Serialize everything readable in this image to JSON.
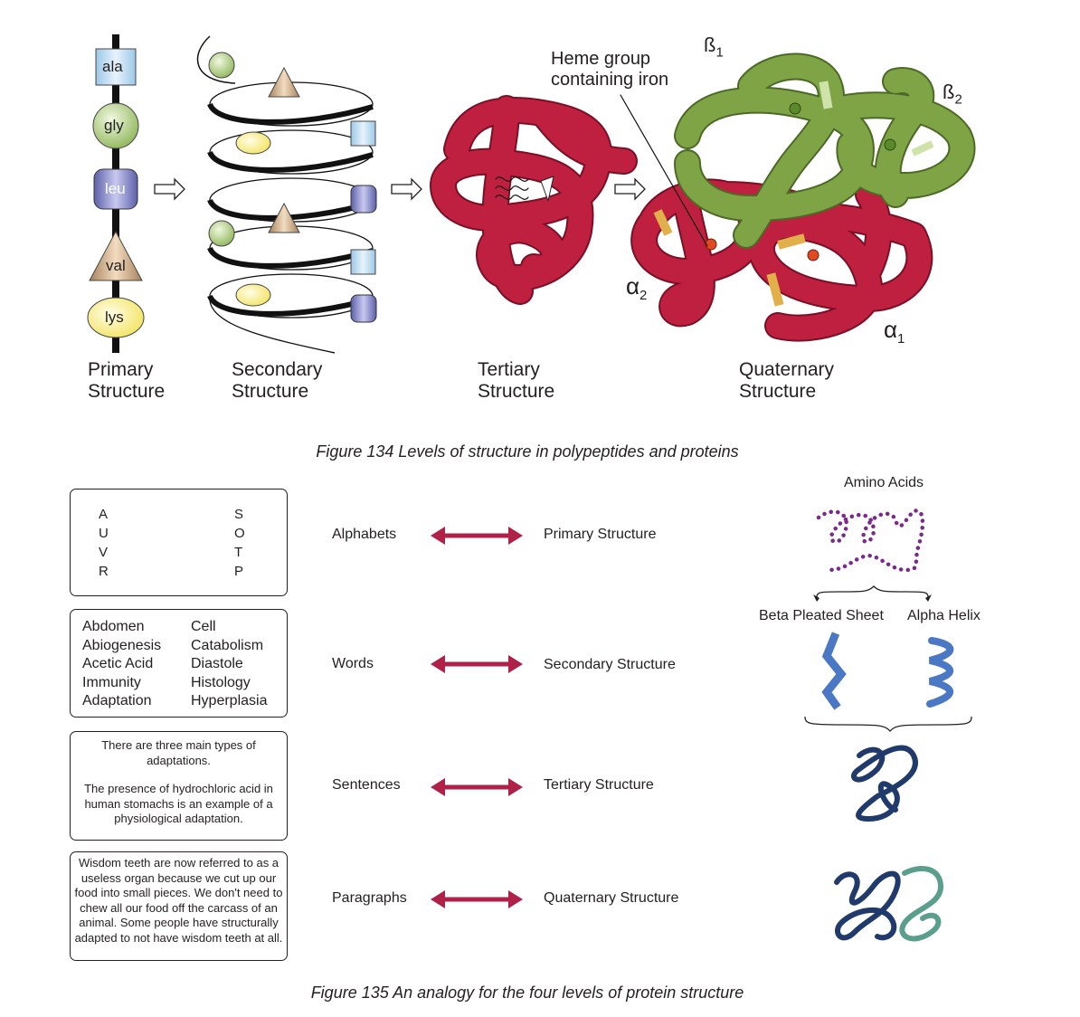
{
  "figure134": {
    "residues": [
      "ala",
      "gly",
      "leu",
      "val",
      "lys"
    ],
    "labels": {
      "primary": [
        "Primary",
        "Structure"
      ],
      "secondary": [
        "Secondary",
        "Structure"
      ],
      "tertiary": [
        "Tertiary",
        "Structure"
      ],
      "quaternary": [
        "Quaternary",
        "Structure"
      ]
    },
    "heme": [
      "Heme group",
      "containing iron"
    ],
    "subunits": {
      "b1": "ß",
      "b1_sub": "1",
      "b2": "ß",
      "b2_sub": "2",
      "a1": "α",
      "a1_sub": "1",
      "a2": "α",
      "a2_sub": "2"
    },
    "caption": "Figure 134 Levels of structure in polypeptides and proteins"
  },
  "figure135": {
    "letters": {
      "left": [
        "A",
        "U",
        "V",
        "R"
      ],
      "right": [
        "S",
        "O",
        "T",
        "P"
      ]
    },
    "words": {
      "left": [
        "Abdomen",
        "Abiogenesis",
        "Acetic Acid",
        "Immunity",
        "Adaptation"
      ],
      "right": [
        "Cell",
        "Catabolism",
        "Diastole",
        "Histology",
        "Hyperplasia"
      ]
    },
    "sentences": {
      "first": "There are three main types of adaptations.",
      "second": "The presence of hydrochloric acid in human stomachs is an example of a physiological adaptation."
    },
    "paragraph": "Wisdom teeth are now referred to as a useless organ because we cut up our food into small pieces. We don't need to chew all our food off the carcass of an animal. Some people have structurally adapted to not have wisdom teeth at all.",
    "rows": [
      {
        "left": "Alphabets",
        "right": "Primary Structure"
      },
      {
        "left": "Words",
        "right": "Secondary Structure"
      },
      {
        "left": "Sentences",
        "right": "Tertiary Structure"
      },
      {
        "left": "Paragraphs",
        "right": "Quaternary Structure"
      }
    ],
    "amino_acids": "Amino Acids",
    "beta_sheet": "Beta Pleated Sheet",
    "alpha_helix": "Alpha Helix",
    "caption": "Figure 135 An analogy for the four levels of protein structure"
  },
  "colors": {
    "red": "#b91c3c",
    "green": "#6b8e3a",
    "arrow": "#b0214a",
    "navy": "#1f3a6b",
    "teal": "#5a9e8c",
    "helix_blue": "#4a78c4",
    "purple": "#7b2a8c"
  }
}
